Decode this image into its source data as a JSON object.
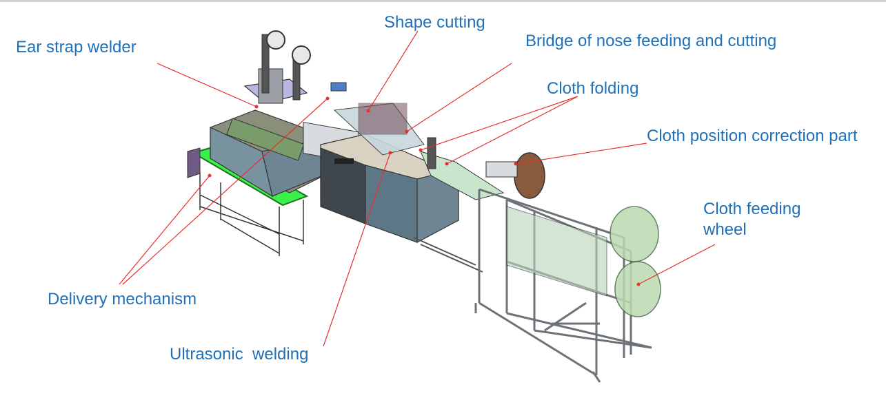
{
  "labels": {
    "ear_strap_welder": "Ear strap welder",
    "shape_cutting": "Shape cutting",
    "bridge_of_nose": "Bridge of nose feeding and cutting",
    "cloth_folding": "Cloth folding",
    "cloth_position_correction": "Cloth position correction part",
    "cloth_feeding_wheel_line1": "Cloth feeding",
    "cloth_feeding_wheel_line2": "wheel",
    "delivery_mechanism": "Delivery mechanism",
    "ultrasonic_welding": "Ultrasonic  welding"
  },
  "colors": {
    "label_text": "#1f70b8",
    "leader_line": "#e53030",
    "conveyor_belt": "#3cf04a",
    "cabinet": "#6e8694",
    "frame": "#9aa0a6",
    "wheel": "#bcd9b0"
  }
}
